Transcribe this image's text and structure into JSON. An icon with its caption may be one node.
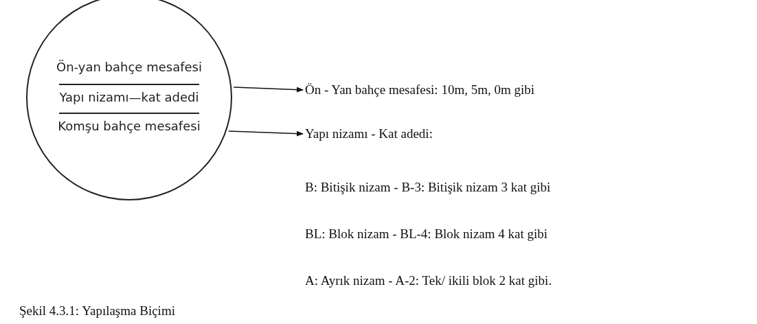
{
  "diagram": {
    "caption": "Şekil 4.3.1: Yapılaşma Biçimi",
    "nodes": [
      {
        "text": [
          "Ön-yan bahçe mesafesi",
          "Yapı nizamı—kat adedi",
          "Komşu bahçe mesafesi"
        ]
      },
      {
        "text": [
          "Ön - Yan bahçe mesafesi: 10m, 5m, 0m gibi"
        ]
      },
      {
        "text": [
          "Yapı nizamı - Kat adedi:"
        ]
      }
    ],
    "edges": [
      {
        "from": 0,
        "to": 1,
        "arrow": "to"
      },
      {
        "from": 0,
        "to": 2,
        "arrow": "to"
      }
    ],
    "labels": [
      "B: Bitişik nizam - B-3: Bitişik nizam 3 kat gibi",
      "BL: Blok nizam - BL-4: Blok nizam 4 kat gibi",
      "A: Ayrık nizam - A-2: Tek/ ikili blok 2 kat gibi."
    ]
  }
}
